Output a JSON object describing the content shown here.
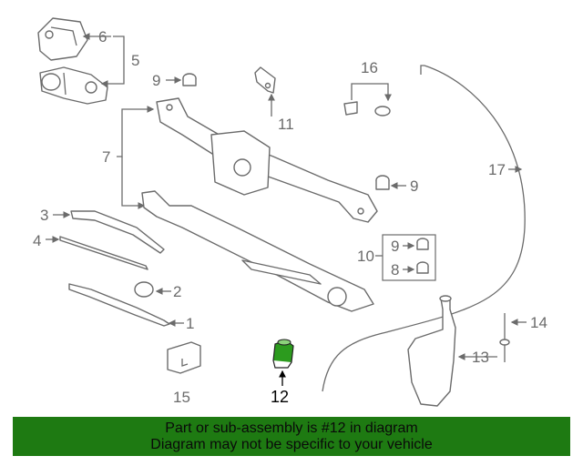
{
  "diagram": {
    "callouts": {
      "c1": "1",
      "c2": "2",
      "c3": "3",
      "c4": "4",
      "c5": "5",
      "c6": "6",
      "c7": "7",
      "c8": "8",
      "c9a": "9",
      "c9b": "9",
      "c9c": "9",
      "c10": "10",
      "c11": "11",
      "c12": "12",
      "c13": "13",
      "c14": "14",
      "c15": "15",
      "c16": "16",
      "c17": "17"
    },
    "highlight_color": "#000000",
    "line_color": "#6b6b6b"
  },
  "banner": {
    "line1": "Part or sub-assembly is #12 in diagram",
    "line2": "Diagram may not be specific to your vehicle",
    "background": "#1e7a12"
  }
}
